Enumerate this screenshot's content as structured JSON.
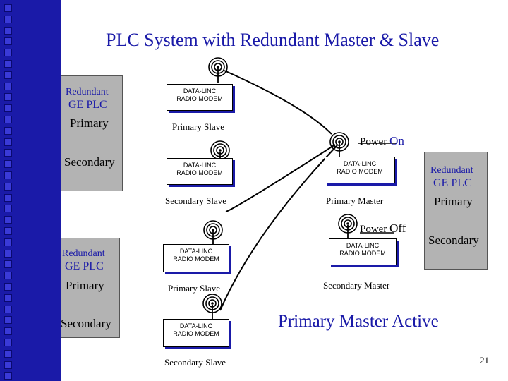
{
  "title": "PLC System with Redundant Master & Slave",
  "plc_text": {
    "redundant": "Redundant",
    "ge_plc": "GE PLC",
    "primary": "Primary",
    "secondary": "Secondary"
  },
  "modem_text": {
    "line1": "DATA-LINC",
    "line2": "RADIO MODEM"
  },
  "labels": {
    "primary_slave": "Primary Slave",
    "secondary_slave": "Secondary Slave",
    "primary_master": "Primary Master",
    "secondary_master": "Secondary Master"
  },
  "power": {
    "label": "Power",
    "on": "On",
    "off": "Off"
  },
  "status_message": "Primary Master Active",
  "page_number": "21",
  "colors": {
    "sidebar": "#1a1aa8",
    "accent": "#1a1aa8",
    "plc_box": "#b3b3b3"
  }
}
